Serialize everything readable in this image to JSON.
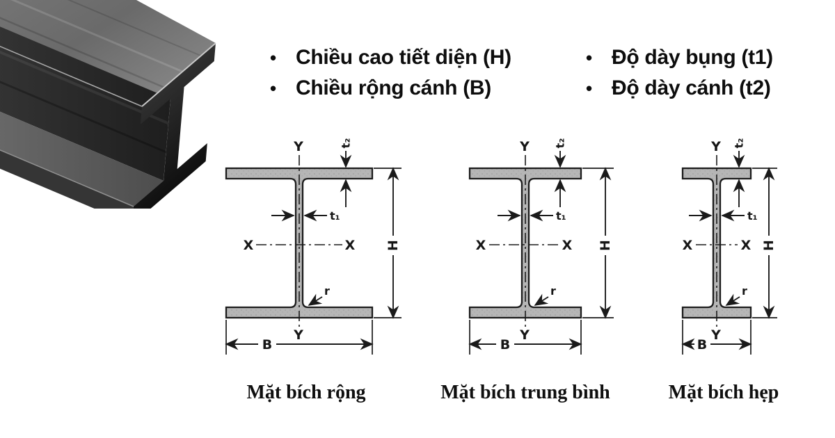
{
  "bullets": {
    "marker": "•",
    "items_left": [
      "Chiều cao tiết diện (H)",
      "Chiều rộng cánh (B)"
    ],
    "items_right": [
      "Độ dày bụng (t1)",
      "Độ dày cánh (t2)"
    ]
  },
  "diagram_labels": {
    "axis_vertical": "Y",
    "axis_horizontal": "X",
    "section_height": "H",
    "flange_width": "B",
    "web_thickness": "t₁",
    "flange_thickness": "t₂",
    "fillet_radius": "r"
  },
  "diagrams": [
    {
      "caption": "Mặt bích rộng"
    },
    {
      "caption": "Mặt bích trung bình"
    },
    {
      "caption": "Mặt bích hẹp"
    }
  ],
  "colors": {
    "background": "#ffffff",
    "text": "#0d0d0d",
    "diagram_line": "#1a1a1a",
    "section_fill": "#b6b6b6",
    "steel_dark": "#1f1f1f",
    "steel_light": "#8c8c8c"
  }
}
